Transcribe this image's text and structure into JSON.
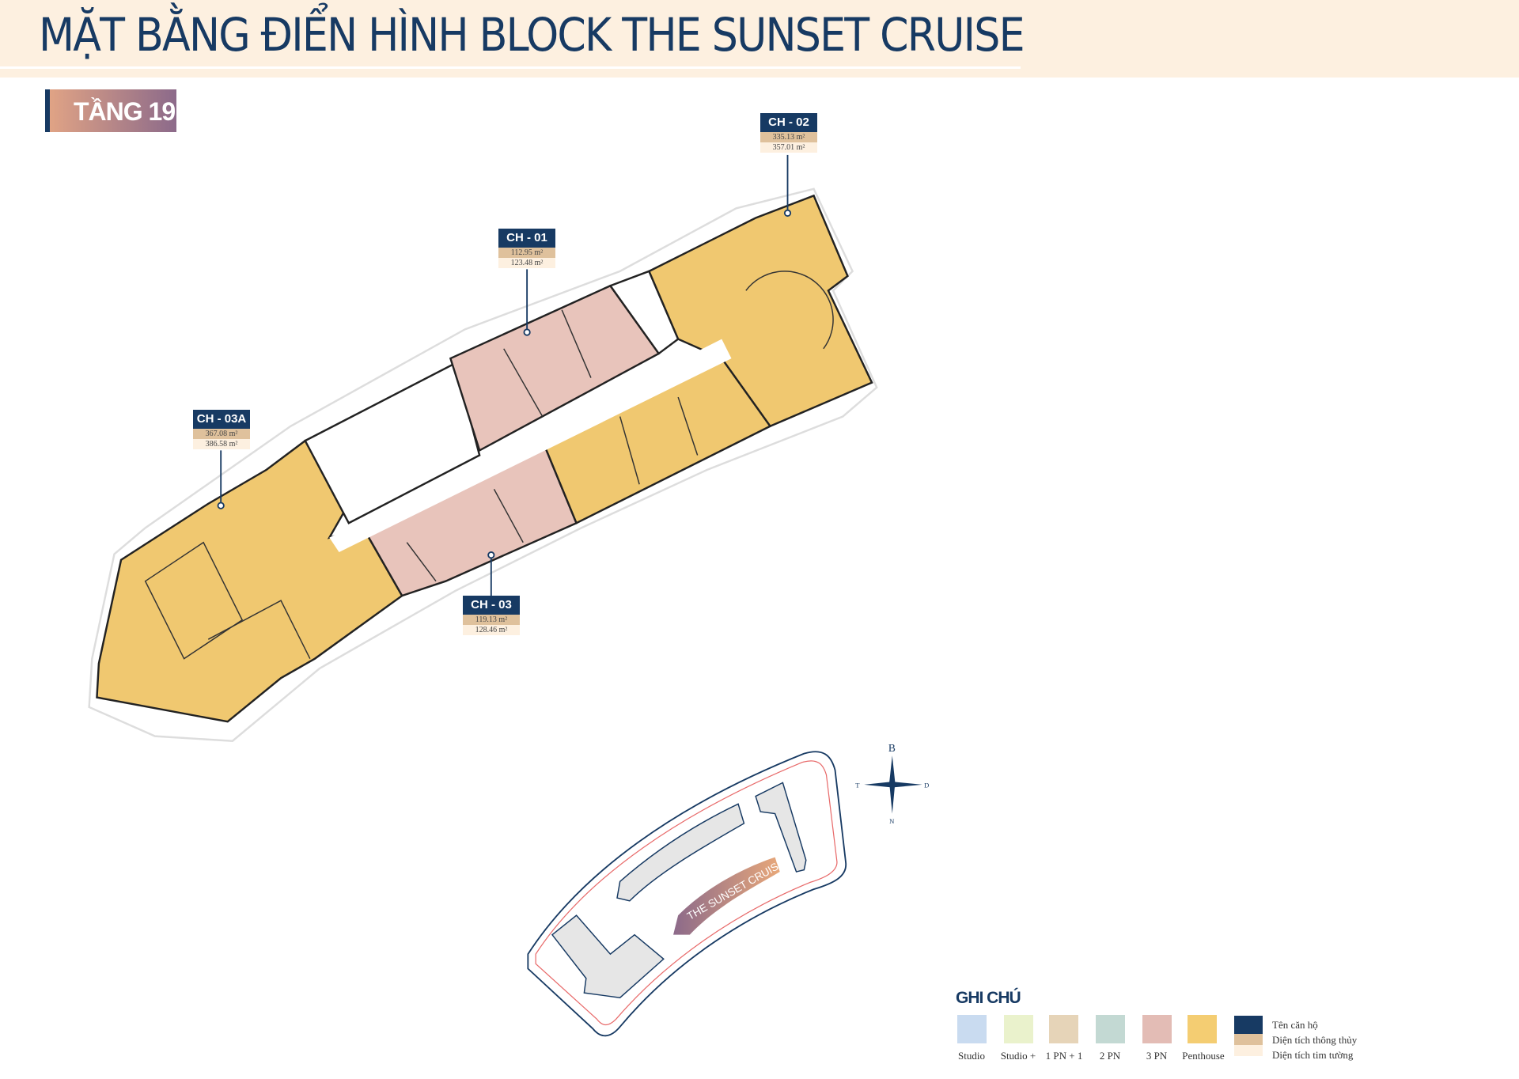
{
  "header": {
    "title": "MẶT BẰNG ĐIỂN HÌNH BLOCK THE SUNSET CRUISE"
  },
  "floor": {
    "label": "TẦNG 19"
  },
  "units": [
    {
      "name": "CH - 02",
      "net_area": "335.13 m²",
      "gross_area": "357.01 m²",
      "type": "Penthouse"
    },
    {
      "name": "CH - 01",
      "net_area": "112.95 m²",
      "gross_area": "123.48 m²",
      "type": "3 PN"
    },
    {
      "name": "CH - 03A",
      "net_area": "367.08 m²",
      "gross_area": "386.58 m²",
      "type": "Penthouse"
    },
    {
      "name": "CH - 03",
      "net_area": "119.13 m²",
      "gross_area": "128.46 m²",
      "type": "3 PN"
    }
  ],
  "site_plan": {
    "label": "THE SUNSET CRUISE"
  },
  "compass": {
    "north": "B",
    "south": "N",
    "west": "T",
    "east": "D"
  },
  "legend": {
    "title": "GHI CHÚ",
    "items": [
      {
        "label": "Studio",
        "color": "#c9dbf0"
      },
      {
        "label": "Studio +",
        "color": "#eaf2cc"
      },
      {
        "label": "1 PN + 1",
        "color": "#e6d4b8"
      },
      {
        "label": "2 PN",
        "color": "#c3d9d3"
      },
      {
        "label": "3 PN",
        "color": "#e3bcb5"
      },
      {
        "label": "Penthouse",
        "color": "#f4cd72"
      }
    ],
    "key": {
      "unit_name": "Tên căn hộ",
      "net_area": "Diện tích thông thủy",
      "gross_area": "Diện tích tim tường"
    }
  },
  "colors": {
    "navy": "#173a63",
    "penthouse": "#f0c870",
    "three_bed": "#e8c4bb"
  }
}
